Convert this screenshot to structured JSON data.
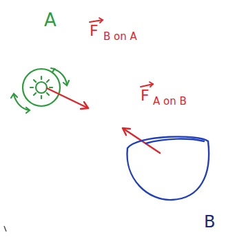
{
  "diagram": {
    "labels": [
      "A",
      "F",
      "B on A",
      "F",
      "A on B",
      "B"
    ]
  }
}
